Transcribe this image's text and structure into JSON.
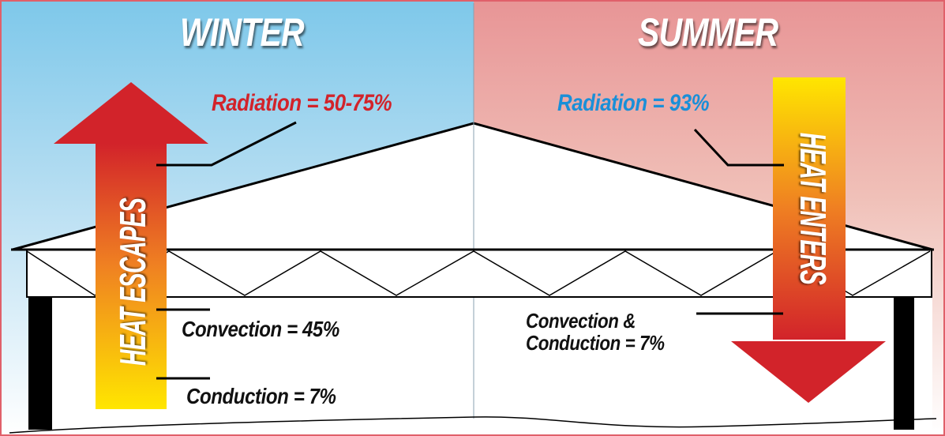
{
  "winter": {
    "title": "WINTER",
    "arrow_text": "HEAT ESCAPES",
    "radiation": "Radiation = 50-75%",
    "convection": "Convection = 45%",
    "conduction": "Conduction = 7%"
  },
  "summer": {
    "title": "SUMMER",
    "arrow_text": "HEAT ENTERS",
    "radiation": "Radiation = 93%",
    "convection_conduction_line1": "Convection &",
    "convection_conduction_line2": "Conduction = 7%"
  },
  "colors": {
    "winter_sky_top": "#7ec8ea",
    "winter_sky_bottom": "#ffffff",
    "summer_sky_top": "#e89596",
    "summer_sky_bottom": "#ffffff",
    "arrow_red": "#d2232a",
    "arrow_yellow": "#ffe600",
    "radiation_winter": "#d2232a",
    "radiation_summer": "#1a8fd8",
    "border": "#e0606a"
  }
}
